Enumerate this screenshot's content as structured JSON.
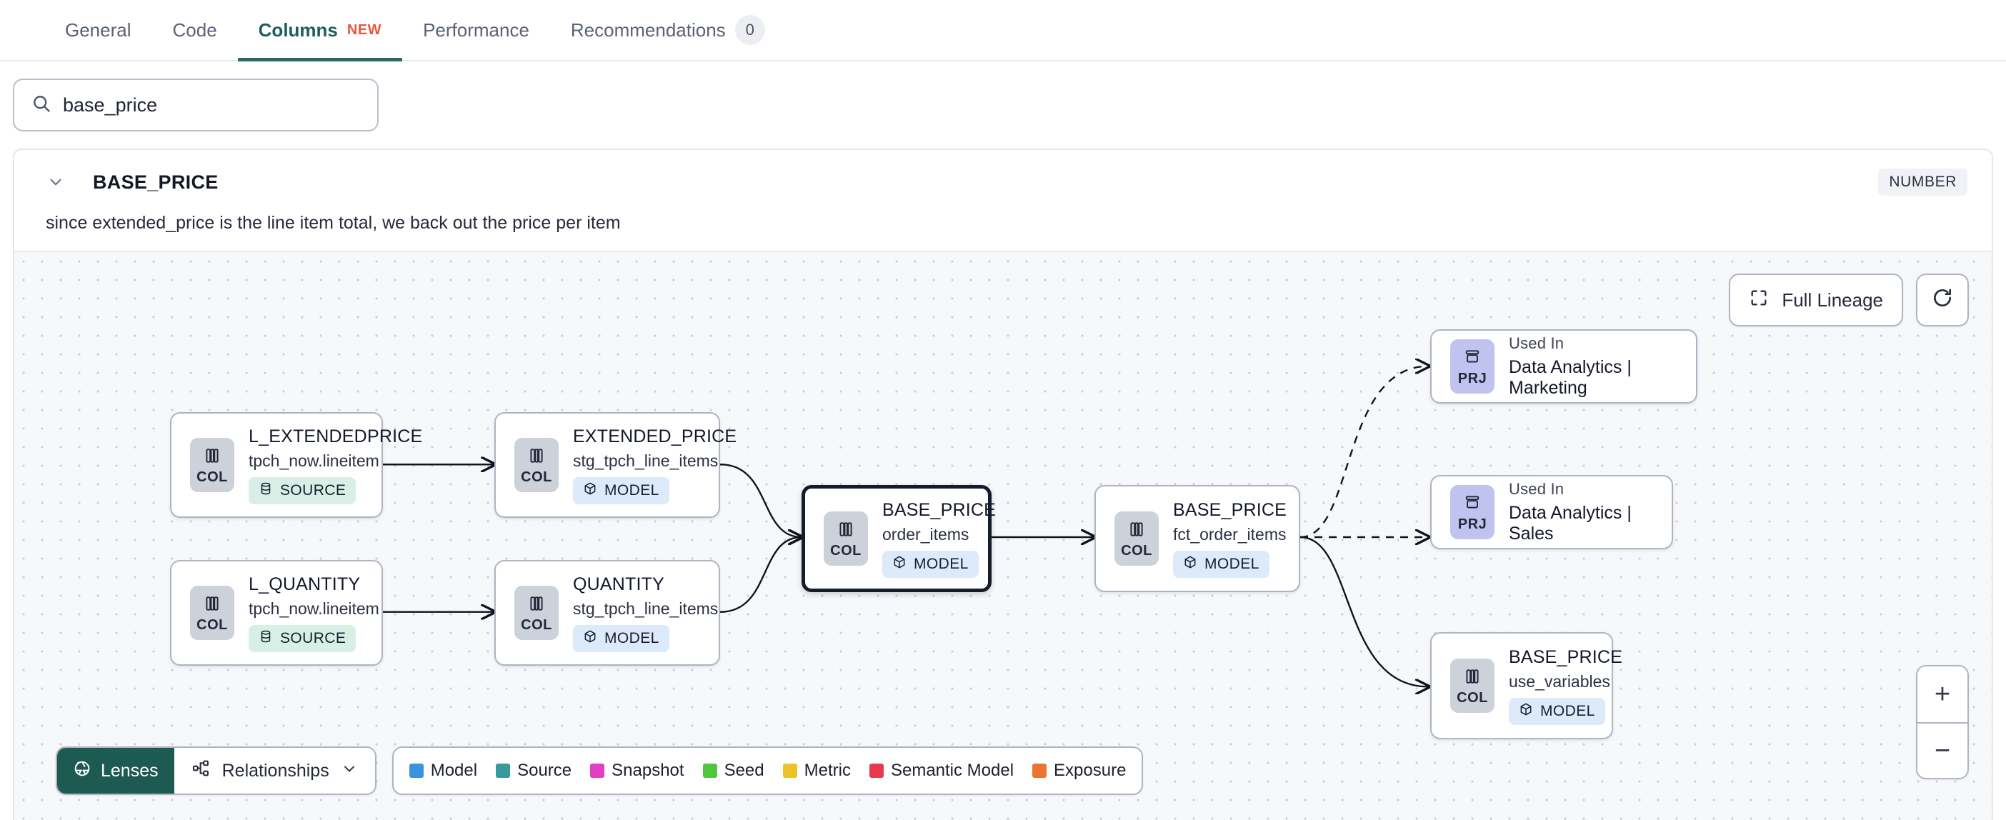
{
  "tabs": [
    {
      "label": "General",
      "active": false,
      "badge": null,
      "new": false
    },
    {
      "label": "Code",
      "active": false,
      "badge": null,
      "new": false
    },
    {
      "label": "Columns",
      "active": true,
      "badge": null,
      "new": true,
      "new_label": "NEW"
    },
    {
      "label": "Performance",
      "active": false,
      "badge": null,
      "new": false
    },
    {
      "label": "Recommendations",
      "active": false,
      "badge": "0",
      "new": false
    }
  ],
  "search": {
    "value": "base_price",
    "placeholder": "Search columns",
    "icon": "search-icon"
  },
  "column": {
    "name": "BASE_PRICE",
    "type": "NUMBER",
    "description": "since extended_price is the line item total, we back out the price per item",
    "expanded": true
  },
  "canvas": {
    "full_lineage_label": "Full Lineage",
    "refresh_label": "",
    "zoom_in_label": "+",
    "zoom_out_label": "−",
    "lenses_label": "Lenses",
    "relationships_label": "Relationships"
  },
  "legend": {
    "items": [
      {
        "label": "Model",
        "color": "#3b93e0"
      },
      {
        "label": "Source",
        "color": "#399a9b"
      },
      {
        "label": "Snapshot",
        "color": "#e33fc4"
      },
      {
        "label": "Seed",
        "color": "#4ec73c"
      },
      {
        "label": "Metric",
        "color": "#ecc229"
      },
      {
        "label": "Semantic Model",
        "color": "#e8394f"
      },
      {
        "label": "Exposure",
        "color": "#ec7433"
      }
    ]
  },
  "nodes": [
    {
      "id": "n1",
      "kind": "col",
      "badge_text": "COL",
      "name": "L_EXTENDEDPRICE",
      "sub": "tpch_now.lineitem",
      "tag": "SOURCE",
      "tag_kind": "source",
      "selected": false
    },
    {
      "id": "n2",
      "kind": "col",
      "badge_text": "COL",
      "name": "L_QUANTITY",
      "sub": "tpch_now.lineitem",
      "tag": "SOURCE",
      "tag_kind": "source",
      "selected": false
    },
    {
      "id": "n3",
      "kind": "col",
      "badge_text": "COL",
      "name": "EXTENDED_PRICE",
      "sub": "stg_tpch_line_items",
      "tag": "MODEL",
      "tag_kind": "model",
      "selected": false
    },
    {
      "id": "n4",
      "kind": "col",
      "badge_text": "COL",
      "name": "QUANTITY",
      "sub": "stg_tpch_line_items",
      "tag": "MODEL",
      "tag_kind": "model",
      "selected": false
    },
    {
      "id": "n5",
      "kind": "col",
      "badge_text": "COL",
      "name": "BASE_PRICE",
      "sub": "order_items",
      "tag": "MODEL",
      "tag_kind": "model",
      "selected": true
    },
    {
      "id": "n6",
      "kind": "col",
      "badge_text": "COL",
      "name": "BASE_PRICE",
      "sub": "fct_order_items",
      "tag": "MODEL",
      "tag_kind": "model",
      "selected": false
    },
    {
      "id": "n7",
      "kind": "prj",
      "badge_text": "PRJ",
      "name": "Used In",
      "sub": "Data Analytics | Marketing",
      "tag": null,
      "tag_kind": null,
      "selected": false
    },
    {
      "id": "n8",
      "kind": "prj",
      "badge_text": "PRJ",
      "name": "Used In",
      "sub": "Data Analytics | Sales",
      "tag": null,
      "tag_kind": null,
      "selected": false
    },
    {
      "id": "n9",
      "kind": "col",
      "badge_text": "COL",
      "name": "BASE_PRICE",
      "sub": "use_variables",
      "tag": "MODEL",
      "tag_kind": "model",
      "selected": false
    }
  ]
}
